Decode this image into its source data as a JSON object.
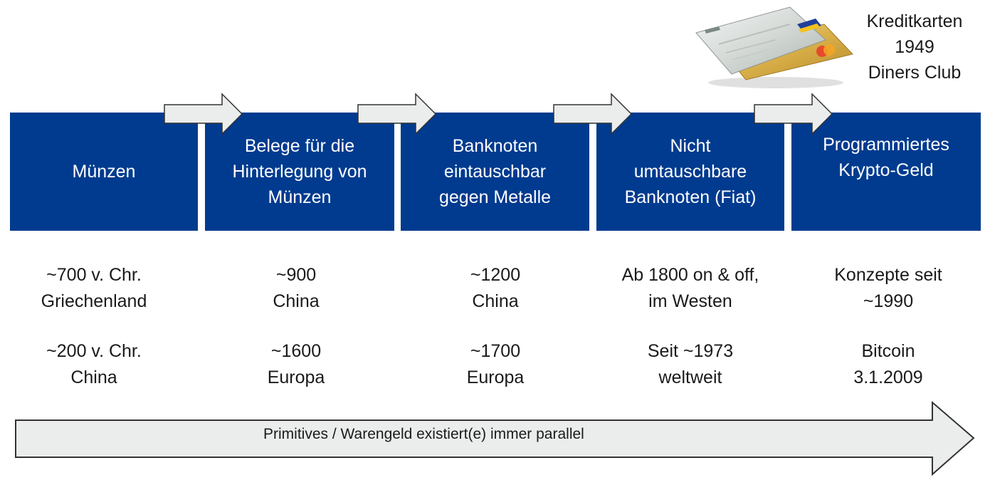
{
  "stages": [
    {
      "lines": [
        "Münzen"
      ]
    },
    {
      "lines": [
        "Belege für die",
        "Hinterlegung von",
        "Münzen"
      ]
    },
    {
      "lines": [
        "Banknoten",
        "eintauschbar",
        "gegen Metalle"
      ]
    },
    {
      "lines": [
        "Nicht",
        "umtauschbare",
        "Banknoten (Fiat)"
      ]
    },
    {
      "lines": [
        "Programmiertes",
        "Krypto-Geld"
      ]
    }
  ],
  "details": [
    {
      "first": [
        "~700 v. Chr.",
        "Griechenland"
      ],
      "second": [
        "~200 v. Chr.",
        "China"
      ]
    },
    {
      "first": [
        "~900",
        "China"
      ],
      "second": [
        "~1600",
        "Europa"
      ]
    },
    {
      "first": [
        "~1200",
        "China"
      ],
      "second": [
        "~1700",
        "Europa"
      ]
    },
    {
      "first": [
        "Ab 1800 on & off,",
        "im Westen"
      ],
      "second": [
        "Seit ~1973",
        "weltweit"
      ]
    },
    {
      "first": [
        "Konzepte seit",
        "~1990"
      ],
      "second": [
        "Bitcoin",
        "3.1.2009"
      ]
    }
  ],
  "credit_cards": {
    "lines": [
      "Kreditkarten",
      "1949",
      "Diners Club"
    ]
  },
  "timeline": {
    "label": "Primitives / Warengeld existiert(e) immer parallel"
  },
  "colors": {
    "box": "#003b8f",
    "arrow_fill": "#ebeded",
    "arrow_stroke": "#333333"
  }
}
